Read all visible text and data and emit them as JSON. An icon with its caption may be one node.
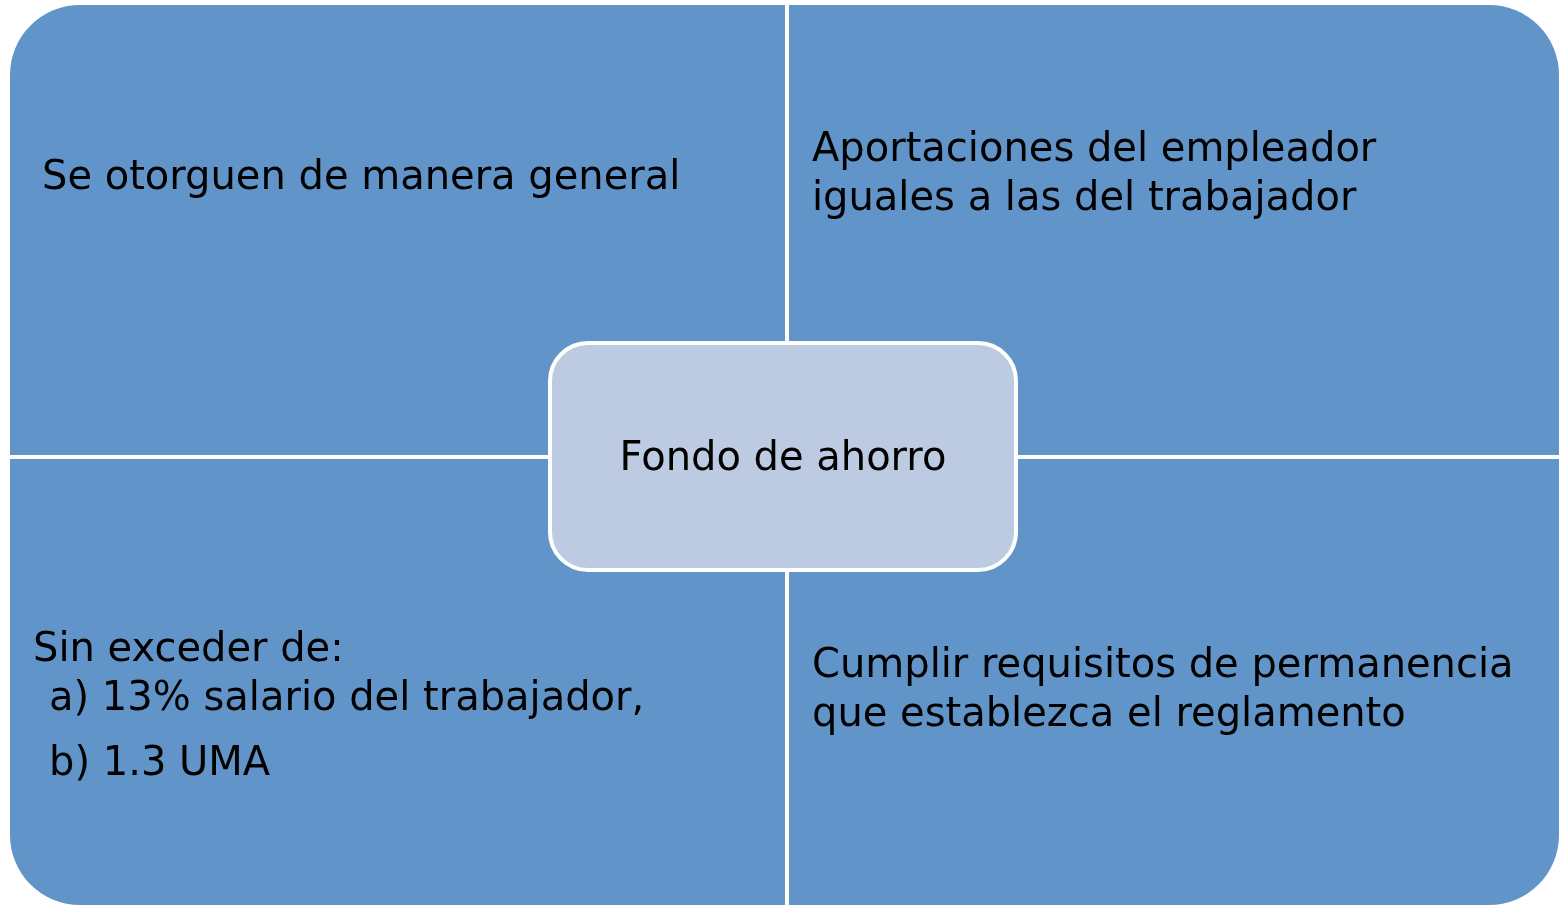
{
  "diagram": {
    "nodes": [
      {
        "text": [
          "Se otorguen de manera general"
        ]
      },
      {
        "text": [
          "Aportaciones del empleador iguales a las del trabajador"
        ]
      },
      {
        "text": [
          "Fondo de ahorro"
        ]
      },
      {
        "text": [
          "Sin exceder de:",
          "a) 13% salario del trabajador,",
          "b) 1.3 UMA"
        ]
      },
      {
        "text": [
          "Cumplir requisitos de permanencia que establezca el reglamento"
        ]
      }
    ]
  }
}
